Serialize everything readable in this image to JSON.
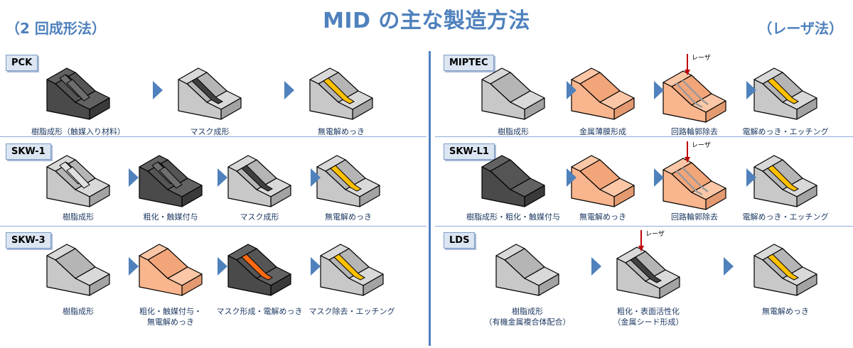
{
  "title": "MID の主な製造方法",
  "left_heading": "（2 回成形法）",
  "right_heading": "（レーザ法）",
  "laser_label": "レーザ",
  "colors": {
    "accent": "#4f81bd",
    "gray": "#c8c8c8",
    "dark": "#505050",
    "copper": "#f9b58d",
    "trace": "#ffc000",
    "red_trace": "#ff6a13"
  },
  "processes": [
    {
      "name": "PCK",
      "steps": [
        {
          "caption": "樹脂成形（触媒入り材料）",
          "block": "dark",
          "ridges": true,
          "trace": "none",
          "laser": false
        },
        {
          "caption": "マスク成形",
          "block": "gray",
          "ridges": false,
          "trace": "dark",
          "laser": false
        },
        {
          "caption": "無電解めっき",
          "block": "gray",
          "ridges": false,
          "trace": "yellow",
          "laser": false
        }
      ]
    },
    {
      "name": "SKW-1",
      "steps": [
        {
          "caption": "樹脂成形",
          "block": "gray",
          "ridges": true,
          "trace": "none",
          "laser": false
        },
        {
          "caption": "粗化・触媒付与",
          "block": "dark",
          "ridges": true,
          "trace": "none",
          "laser": false
        },
        {
          "caption": "マスク成形",
          "block": "gray",
          "ridges": false,
          "trace": "dark",
          "laser": false
        },
        {
          "caption": "無電解めっき",
          "block": "gray",
          "ridges": false,
          "trace": "yellow",
          "laser": false
        }
      ]
    },
    {
      "name": "SKW-3",
      "steps": [
        {
          "caption": "樹脂成形",
          "block": "gray",
          "ridges": false,
          "trace": "none",
          "laser": false
        },
        {
          "caption": "粗化・触媒付与・\n無電解めっき",
          "block": "copper",
          "ridges": false,
          "trace": "none",
          "laser": false
        },
        {
          "caption": "マスク形成・電解めっき",
          "block": "dark",
          "ridges": false,
          "trace": "red",
          "laser": false
        },
        {
          "caption": "マスク除去・エッチング",
          "block": "gray",
          "ridges": false,
          "trace": "yellow",
          "laser": false
        }
      ]
    },
    {
      "name": "MIPTEC",
      "steps": [
        {
          "caption": "樹脂成形",
          "block": "gray",
          "ridges": false,
          "trace": "none",
          "laser": false
        },
        {
          "caption": "金属薄膜形成",
          "block": "copper",
          "ridges": false,
          "trace": "none",
          "laser": false
        },
        {
          "caption": "回路輪郭除去",
          "block": "copper",
          "ridges": false,
          "trace": "outline",
          "laser": true
        },
        {
          "caption": "電解めっき・エッチング",
          "block": "gray",
          "ridges": false,
          "trace": "yellow",
          "laser": false
        }
      ]
    },
    {
      "name": "SKW-L1",
      "steps": [
        {
          "caption": "樹脂成形・粗化・触媒付与",
          "block": "dark",
          "ridges": false,
          "trace": "none",
          "laser": false
        },
        {
          "caption": "無電解めっき",
          "block": "copper",
          "ridges": false,
          "trace": "none",
          "laser": false
        },
        {
          "caption": "回路輪郭除去",
          "block": "copper",
          "ridges": false,
          "trace": "outline",
          "laser": true
        },
        {
          "caption": "電解めっき・エッチング",
          "block": "gray",
          "ridges": false,
          "trace": "yellow",
          "laser": false
        }
      ]
    },
    {
      "name": "LDS",
      "steps": [
        {
          "caption": "樹脂成形\n（有機金属複合体配合）",
          "block": "gray",
          "ridges": false,
          "trace": "none",
          "laser": false
        },
        {
          "caption": "粗化・表面活性化\n（金属シード形成）",
          "block": "gray",
          "ridges": false,
          "trace": "dark",
          "laser": true
        },
        {
          "caption": "無電解めっき",
          "block": "gray",
          "ridges": false,
          "trace": "yellow",
          "laser": false
        }
      ]
    }
  ]
}
